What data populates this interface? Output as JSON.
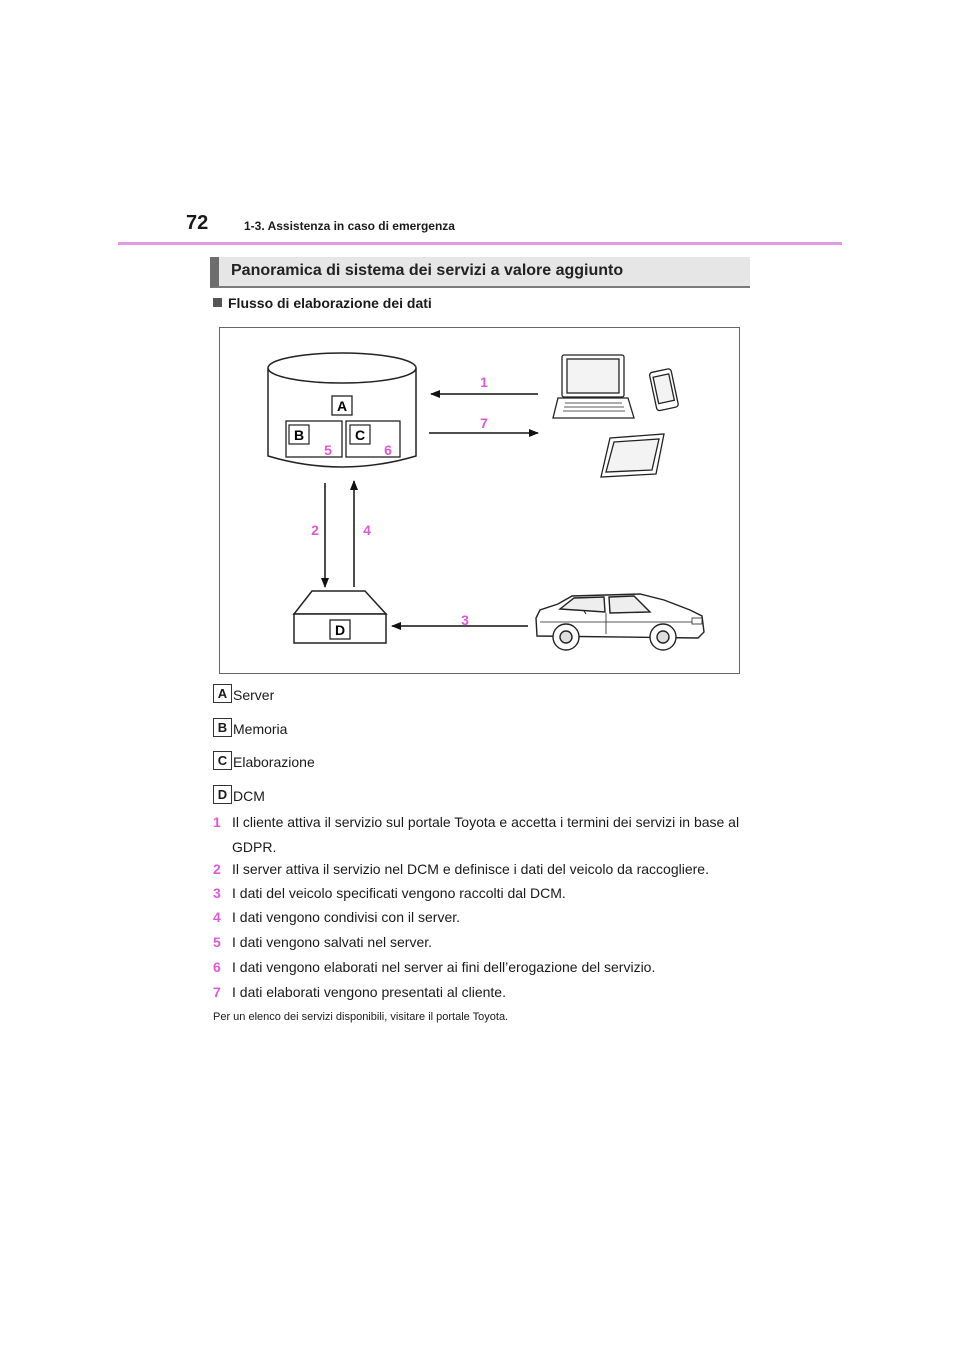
{
  "header": {
    "page_number": "72",
    "section": "1-3. Assistenza in caso di emergenza"
  },
  "section_title": "Panoramica di sistema dei servizi a valore aggiunto",
  "subheading": "Flusso di elaborazione dei dati",
  "diagram": {
    "box_labels": {
      "a": "A",
      "b": "B",
      "c": "C",
      "d": "D"
    },
    "arrow_labels": {
      "n1": "1",
      "n2": "2",
      "n3": "3",
      "n4": "4",
      "n5": "5",
      "n6": "6",
      "n7": "7"
    },
    "accent_color": "#e058d8"
  },
  "legend": [
    {
      "letter": "A",
      "text": "Server"
    },
    {
      "letter": "B",
      "text": "Memoria"
    },
    {
      "letter": "C",
      "text": "Elaborazione"
    },
    {
      "letter": "D",
      "text": "DCM"
    }
  ],
  "steps": [
    {
      "num": "1",
      "text": "Il cliente attiva il servizio sul portale Toyota e accetta i termini dei servizi in base al GDPR."
    },
    {
      "num": "2",
      "text": "Il server attiva il servizio nel DCM e definisce i dati del veicolo da raccogliere."
    },
    {
      "num": "3",
      "text": "I dati del veicolo specificati vengono raccolti dal DCM."
    },
    {
      "num": "4",
      "text": "I dati vengono condivisi con il server."
    },
    {
      "num": "5",
      "text": "I dati vengono salvati nel server."
    },
    {
      "num": "6",
      "text": "I dati vengono elaborati nel server ai fini dell’erogazione del servizio."
    },
    {
      "num": "7",
      "text": "I dati elaborati vengono presentati al cliente."
    }
  ],
  "footnote": "Per un elenco dei servizi disponibili, visitare il portale Toyota."
}
